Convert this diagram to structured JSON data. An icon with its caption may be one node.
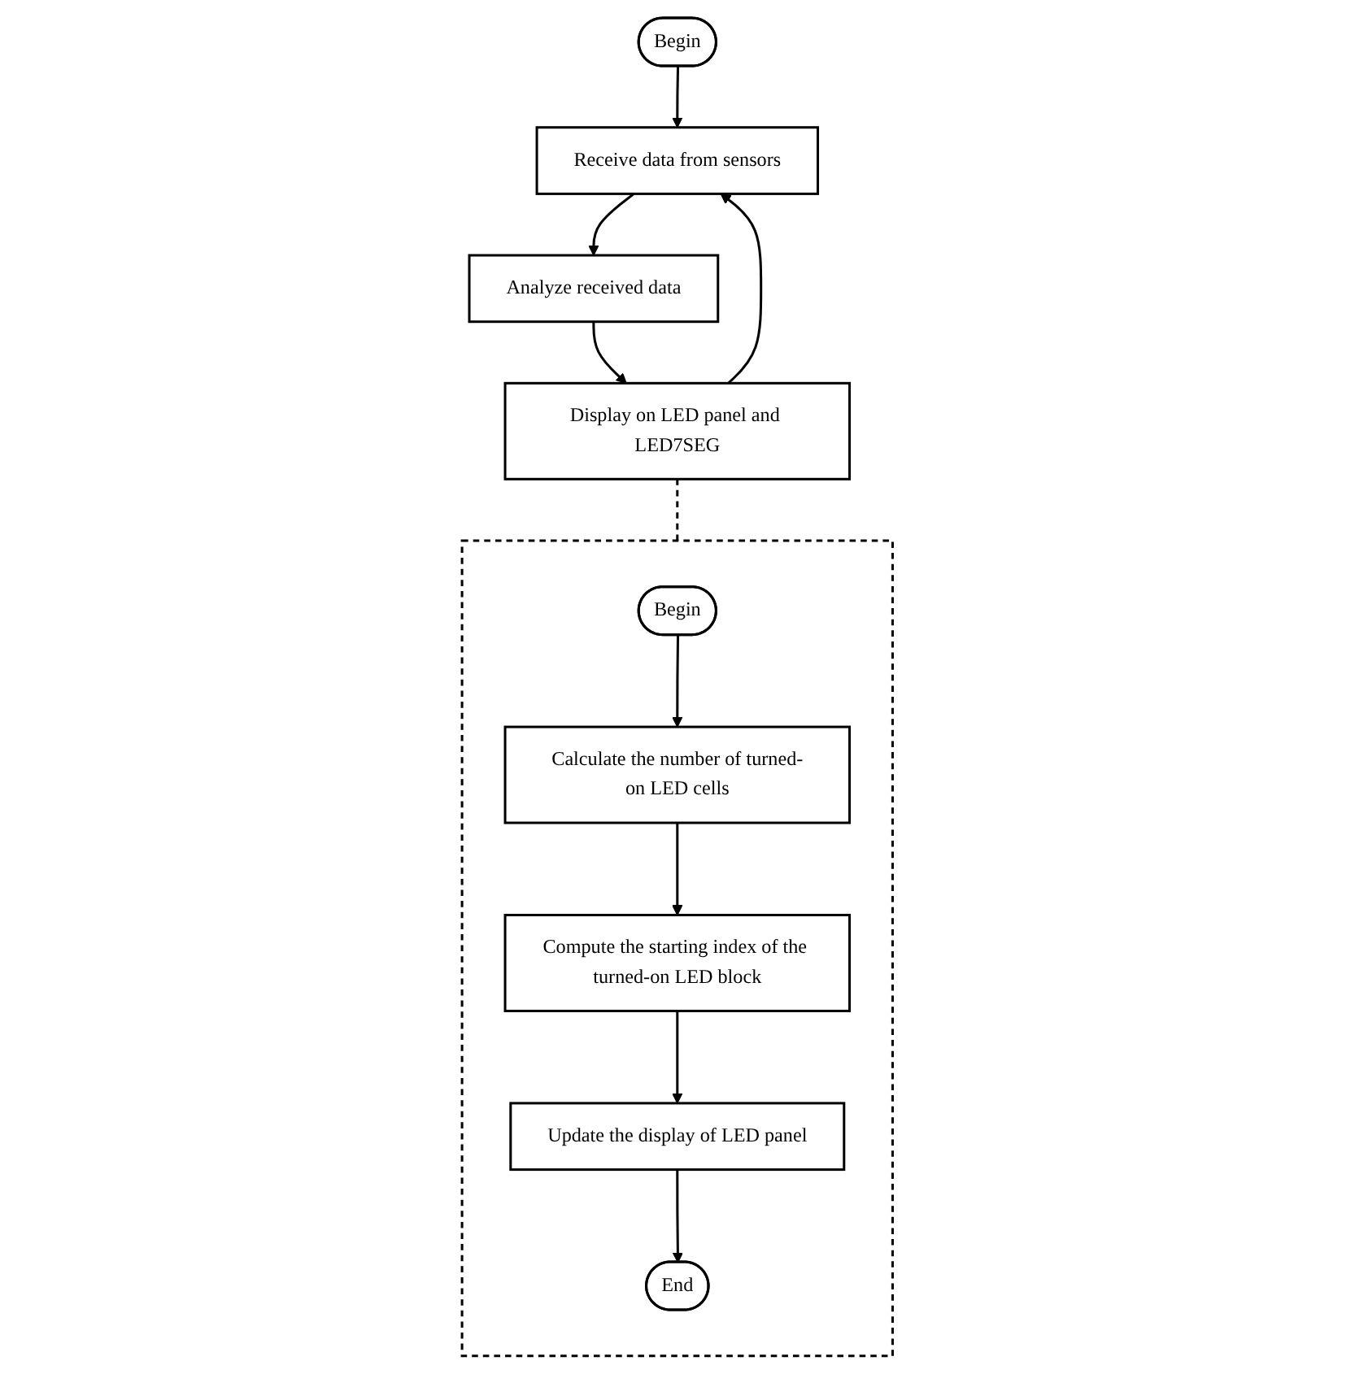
{
  "diagram": {
    "nodes": [
      {
        "text": [
          "Begin"
        ]
      },
      {
        "text": [
          "Receive data from sensors"
        ]
      },
      {
        "text": [
          "Analyze received data"
        ]
      },
      {
        "text": [
          "Display on LED panel and LED7SEG"
        ]
      },
      {
        "text": [],
        "shape": "box"
      },
      {
        "text": [
          "Begin"
        ],
        "in": 4
      },
      {
        "text": [
          "Calculate the number of turned-on LED cells"
        ],
        "in": 4
      },
      {
        "text": [
          "Compute the starting index of the turned-on LED block"
        ],
        "in": 4
      },
      {
        "text": [
          "Update the display of LED panel"
        ],
        "in": 4
      },
      {
        "text": [
          "End"
        ],
        "in": 4
      }
    ],
    "edges": [
      {
        "from": 0,
        "to": 1,
        "arrow": "to"
      },
      {
        "from": 1,
        "to": 2,
        "arrow": "to"
      },
      {
        "from": 2,
        "to": 3,
        "arrow": "to"
      },
      {
        "from": 3,
        "to": 1,
        "arrow": "to"
      },
      {
        "from": 3,
        "to": 4,
        "arrow": "none",
        "style": "dashed"
      },
      {
        "from": 5,
        "to": 6,
        "arrow": "to"
      },
      {
        "from": 6,
        "to": 7,
        "arrow": "to"
      },
      {
        "from": 7,
        "to": 8,
        "arrow": "to"
      },
      {
        "from": 8,
        "to": 9,
        "arrow": "to"
      }
    ]
  }
}
